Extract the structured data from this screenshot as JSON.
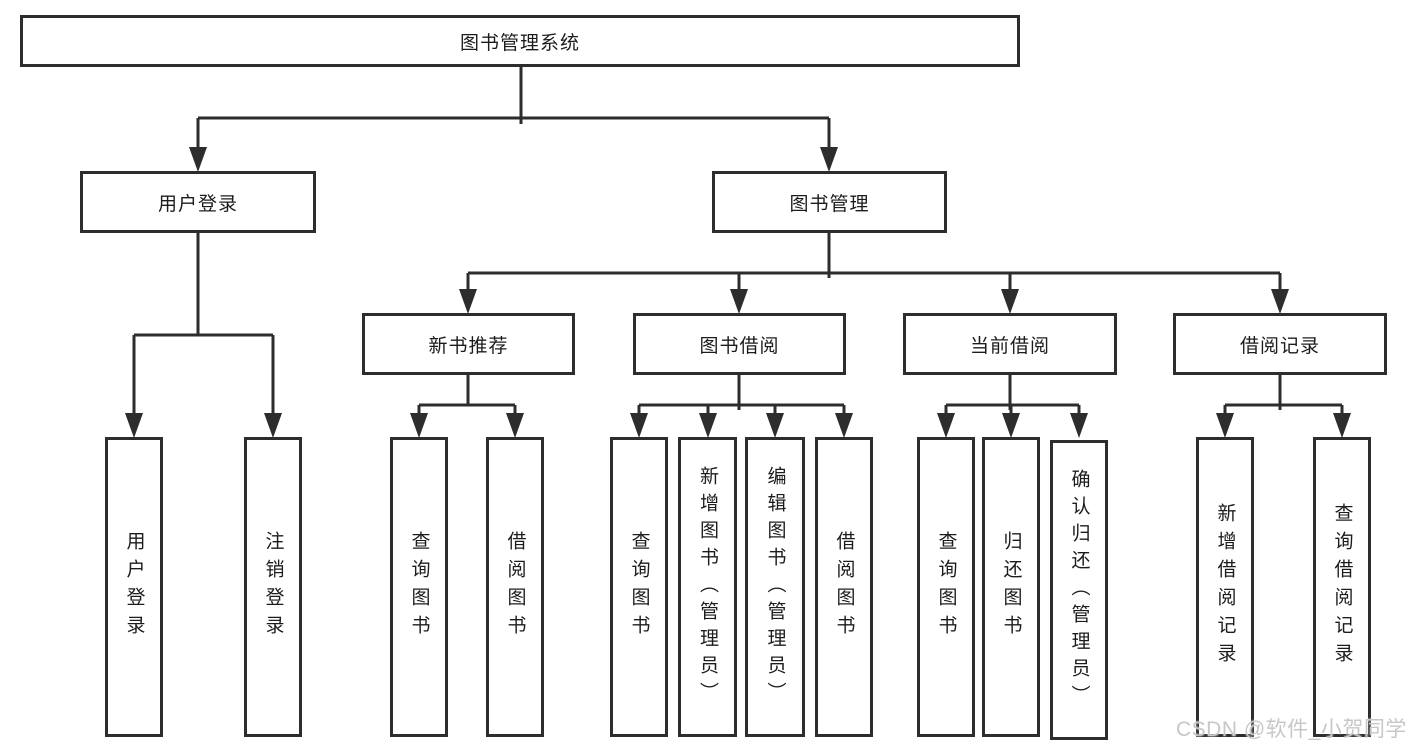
{
  "diagram": {
    "type": "hierarchy-tree",
    "colors": {
      "line": "#2d2d2d",
      "box_border": "#2d2d2d",
      "box_fill": "#ffffff",
      "text": "#1c1c1c",
      "watermark": "#c7c7c7"
    },
    "tree": {
      "label": "图书管理系统",
      "children": [
        {
          "label": "用户登录",
          "children": [
            {
              "label": "用户登录"
            },
            {
              "label": "注销登录"
            }
          ]
        },
        {
          "label": "图书管理",
          "children": [
            {
              "label": "新书推荐",
              "children": [
                {
                  "label": "查询图书"
                },
                {
                  "label": "借阅图书"
                }
              ]
            },
            {
              "label": "图书借阅",
              "children": [
                {
                  "label": "查询图书"
                },
                {
                  "label": "新增图书（管理员）"
                },
                {
                  "label": "编辑图书（管理员）"
                },
                {
                  "label": "借阅图书"
                }
              ]
            },
            {
              "label": "当前借阅",
              "children": [
                {
                  "label": "查询图书"
                },
                {
                  "label": "归还图书"
                },
                {
                  "label": "确认归还（管理员）"
                }
              ]
            },
            {
              "label": "借阅记录",
              "children": [
                {
                  "label": "新增借阅记录"
                },
                {
                  "label": "查询借阅记录"
                }
              ]
            }
          ]
        }
      ]
    },
    "watermark": "CSDN @软件_小贺同学"
  }
}
